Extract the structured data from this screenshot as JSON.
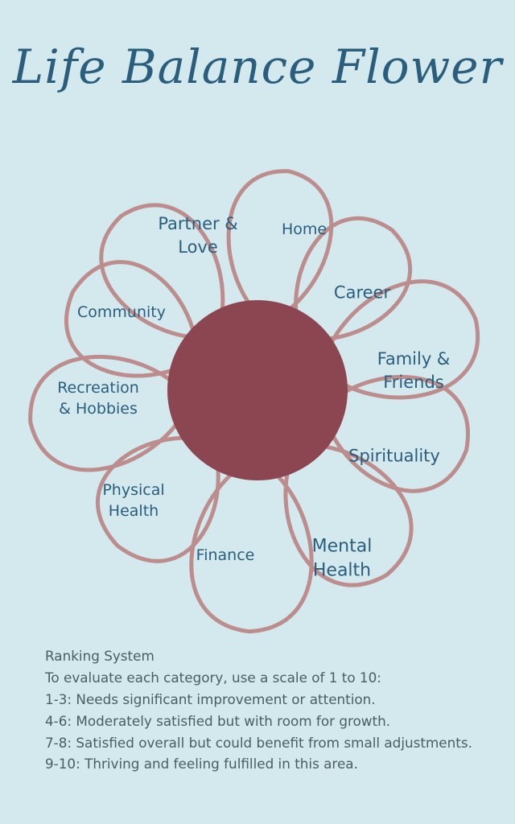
{
  "title": "Life Balance Flower",
  "petals": [
    {
      "label": "Partner &\nLove"
    },
    {
      "label": "Home"
    },
    {
      "label": "Career"
    },
    {
      "label": "Family &\nFriends"
    },
    {
      "label": "Spirituality"
    },
    {
      "label": "Mental\nHealth"
    },
    {
      "label": "Finance"
    },
    {
      "label": "Physical\nHealth"
    },
    {
      "label": "Recreation\n& Hobbies"
    },
    {
      "label": "Community"
    }
  ],
  "ranking": {
    "heading": "Ranking System",
    "intro": "To evaluate each category, use a scale of 1 to 10:",
    "levels": [
      "1-3: Needs significant improvement or attention.",
      "4-6: Moderately satisfied but with room for growth.",
      "7-8: Satisfied overall but could benefit from small adjustments.",
      "9-10: Thriving and feeling fulfilled in this area."
    ]
  },
  "colors": {
    "background": "#d3e9ee",
    "text": "#2a5e7c",
    "petal_outline": "#bc8d8c",
    "center": "#8b4651"
  }
}
